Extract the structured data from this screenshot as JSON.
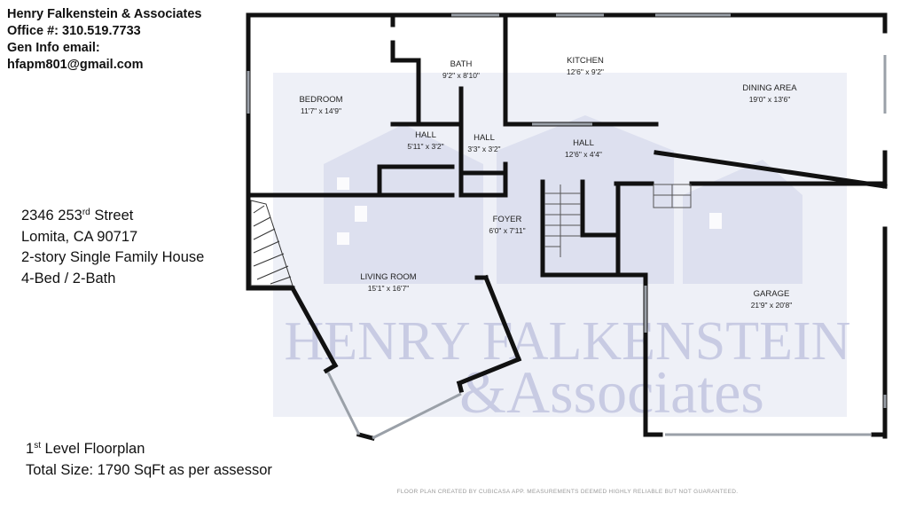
{
  "header": {
    "company": "Henry Falkenstein & Associates",
    "office": "Office #: 310.519.7733",
    "email_label": "Gen Info email:",
    "email": "hfapm801@gmail.com"
  },
  "address": {
    "street_num": "2346 253",
    "street_sup": "rd",
    "street_rest": " Street",
    "city": "Lomita, CA  90717",
    "type": "2-story Single Family House",
    "beds_baths": "4-Bed / 2-Bath"
  },
  "footer": {
    "level_num": "1",
    "level_sup": "st",
    "level_rest": " Level Floorplan",
    "size": "Total Size: 1790 SqFt as per assessor"
  },
  "rooms": {
    "bedroom": {
      "name": "BEDROOM",
      "dims": "11'7\" x 14'9\""
    },
    "bath": {
      "name": "BATH",
      "dims": "9'2\" x 8'10\""
    },
    "kitchen": {
      "name": "KITCHEN",
      "dims": "12'6\" x 9'2\""
    },
    "dining": {
      "name": "DINING AREA",
      "dims": "19'0\" x 13'6\""
    },
    "hall1": {
      "name": "HALL",
      "dims": "5'11\" x 3'2\""
    },
    "hall2": {
      "name": "HALL",
      "dims": "3'3\" x 3'2\""
    },
    "hall3": {
      "name": "HALL",
      "dims": "12'6\" x 4'4\""
    },
    "foyer": {
      "name": "FOYER",
      "dims": "6'0\" x 7'11\""
    },
    "living": {
      "name": "LIVING ROOM",
      "dims": "15'1\" x 16'7\""
    },
    "garage": {
      "name": "GARAGE",
      "dims": "21'9\" x 20'8\""
    }
  },
  "watermark": {
    "line1": "HENRY FALKENSTEIN",
    "line2": "&Associates"
  },
  "disclaimer": "FLOOR PLAN CREATED BY CUBICASA APP. MEASUREMENTS DEEMED HIGHLY RELIABLE BUT NOT GUARANTEED.",
  "colors": {
    "wall": "#111111",
    "watermark": "#dde0ef",
    "window": "#9aa0a8"
  }
}
